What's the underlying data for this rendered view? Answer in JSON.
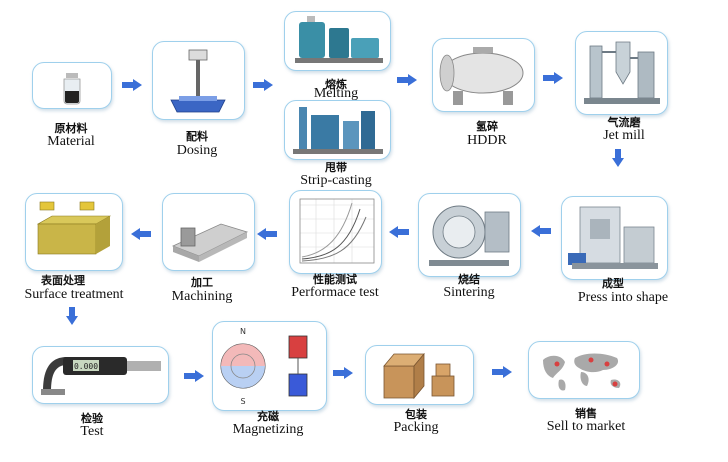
{
  "steps": [
    {
      "cn": "原材料",
      "en": "Material"
    },
    {
      "cn": "配料",
      "en": "Dosing"
    },
    {
      "cn": "熔炼",
      "en": "Melting"
    },
    {
      "cn": "甩带",
      "en": "Strip-casting"
    },
    {
      "cn": "氢碎",
      "en": "HDDR"
    },
    {
      "cn": "气流磨",
      "en": "Jet mill"
    },
    {
      "cn": "成型",
      "en": "Press into shape"
    },
    {
      "cn": "烧结",
      "en": "Sintering"
    },
    {
      "cn": "性能测试",
      "en": "Performace test"
    },
    {
      "cn": "加工",
      "en": "Machining"
    },
    {
      "cn": "表面处理",
      "en": "Surface treatment"
    },
    {
      "cn": "检验",
      "en": "Test"
    },
    {
      "cn": "充磁",
      "en": "Magnetizing"
    },
    {
      "cn": "包装",
      "en": "Packing"
    },
    {
      "cn": "销售",
      "en": "Sell to market"
    }
  ],
  "colors": {
    "arrow": "#3a6fd8",
    "border": "#9fd0ec"
  },
  "images": {
    "micrometer_display": "0.000",
    "magnet_pole_n": "N",
    "magnet_pole_s": "S"
  }
}
